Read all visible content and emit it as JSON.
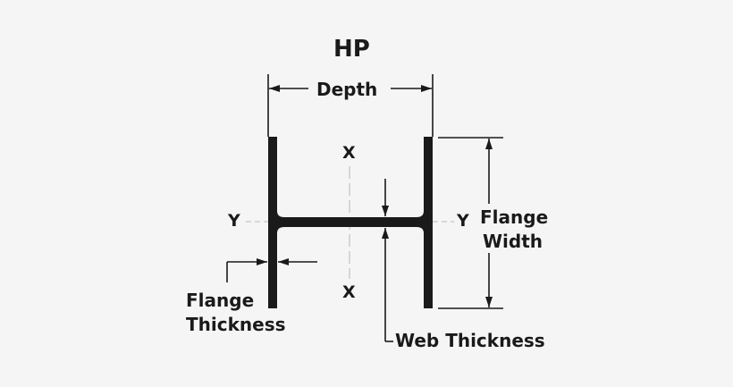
{
  "diagram": {
    "title": "HP",
    "shape": "H-pile beam cross-section",
    "labels": {
      "depth": "Depth",
      "flange_width_line1": "Flange",
      "flange_width_line2": "Width",
      "flange_thickness_line1": "Flange",
      "flange_thickness_line2": "Thickness",
      "web_thickness": "Web Thickness"
    },
    "axes": {
      "x_top": "X",
      "x_bottom": "X",
      "y_left": "Y",
      "y_right": "Y"
    },
    "colors": {
      "background": "#f5f5f5",
      "steel": "#1a1a1a",
      "axis_line": "#b8b8b8"
    }
  }
}
